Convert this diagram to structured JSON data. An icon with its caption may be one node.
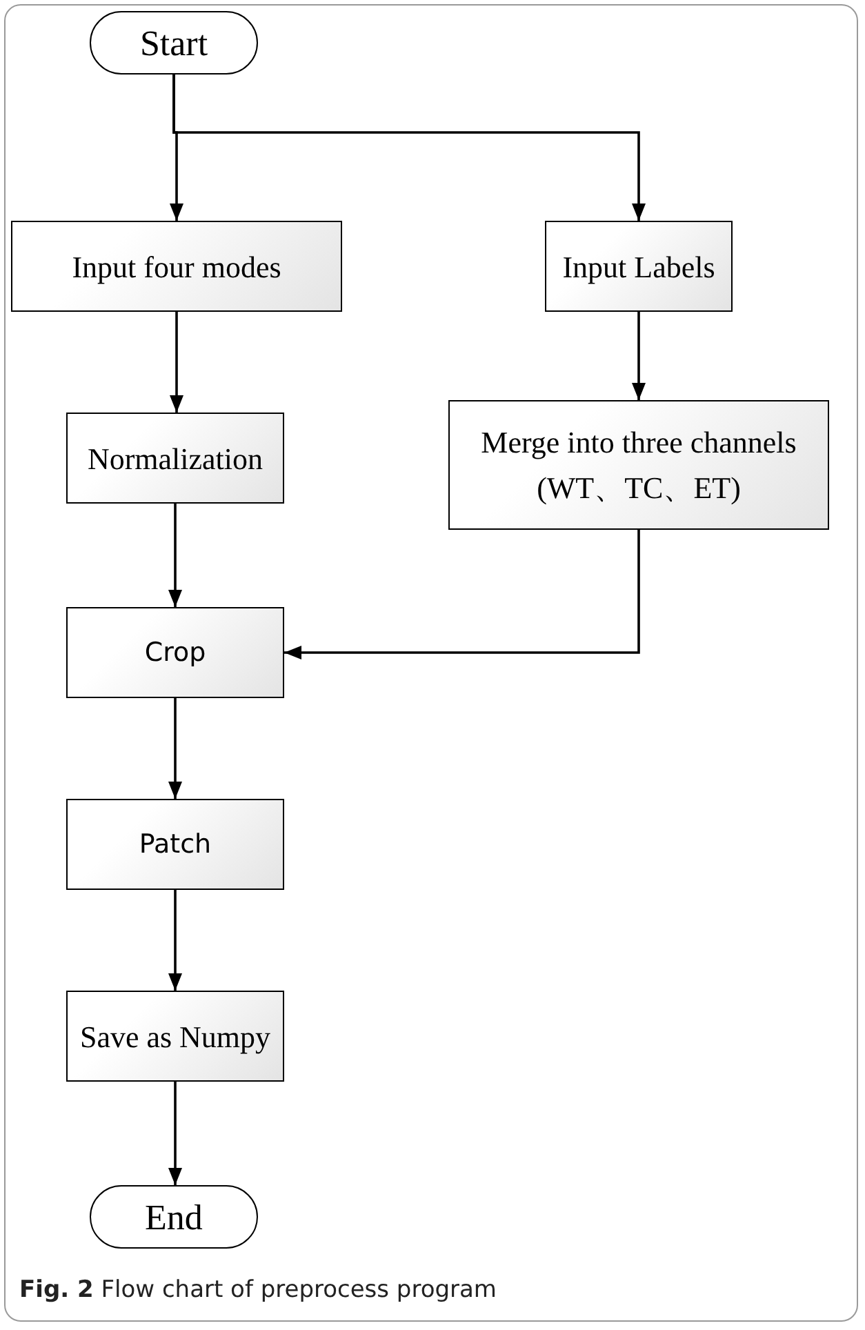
{
  "diagram": {
    "caption": "**Fig. 2** Flow chart of preprocess program",
    "nodes": [
      {
        "text": [
          "Start"
        ]
      },
      {
        "text": [
          "Input four modes"
        ]
      },
      {
        "text": [
          "Input Labels"
        ]
      },
      {
        "text": [
          "Normalization"
        ]
      },
      {
        "text": [
          "Merge into three channels (WT、TC、ET)"
        ]
      },
      {
        "text": [
          "Crop"
        ]
      },
      {
        "text": [
          "Patch"
        ]
      },
      {
        "text": [
          "Save as Numpy"
        ]
      },
      {
        "text": [
          "End"
        ]
      }
    ],
    "edges": [
      {
        "from": 0,
        "to": 1,
        "arrow": "to"
      },
      {
        "from": 0,
        "to": 2,
        "arrow": "to"
      },
      {
        "from": 1,
        "to": 3,
        "arrow": "to"
      },
      {
        "from": 2,
        "to": 4,
        "arrow": "to"
      },
      {
        "from": 3,
        "to": 5,
        "arrow": "to"
      },
      {
        "from": 4,
        "to": 5,
        "arrow": "to"
      },
      {
        "from": 5,
        "to": 6,
        "arrow": "to"
      },
      {
        "from": 6,
        "to": 7,
        "arrow": "to"
      },
      {
        "from": 7,
        "to": 8,
        "arrow": "to"
      }
    ]
  }
}
